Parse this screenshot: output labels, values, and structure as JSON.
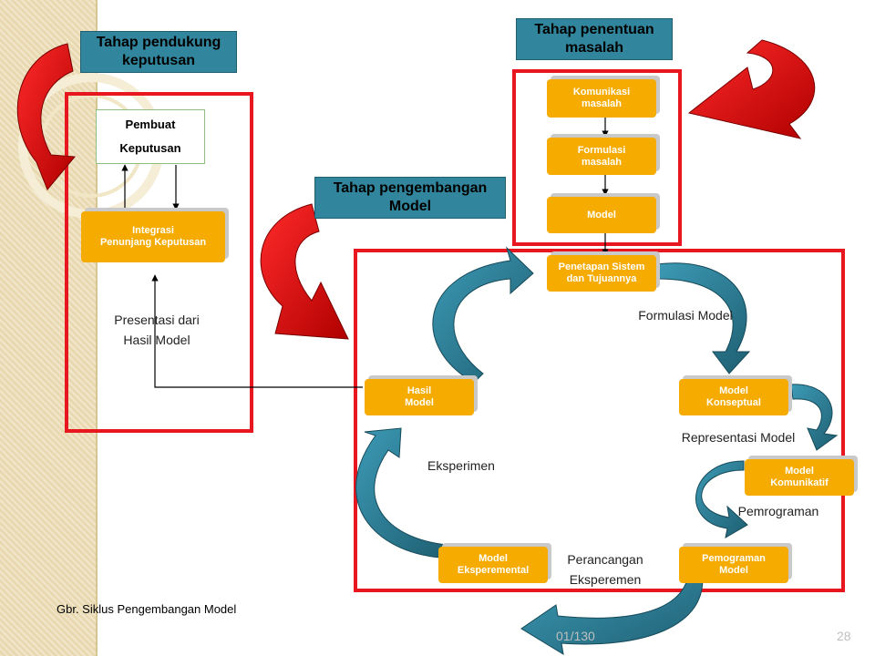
{
  "headings": {
    "decision_support": "Tahap pendukung\nkeputusan",
    "problem_definition": "Tahap penentuan\nmasalah",
    "model_development": "Tahap pengembangan\nModel"
  },
  "decision_support": {
    "decision_maker": "Pembuat\nKeputusan",
    "integration": "Integrasi\nPenunjang Keputusan",
    "presentation_label": "Presentasi dari\nHasil Model"
  },
  "problem_definition": {
    "communication": "Komunikasi\nmasalah",
    "formulation": "Formulasi\nmasalah",
    "model": "Model"
  },
  "model_cycle": {
    "system_goals": "Penetapan Sistem\ndan Tujuannya",
    "conceptual_model": "Model\nKonseptual",
    "communicative_model": "Model\nKomunikatif",
    "programming_model": "Pemograman\nModel",
    "experimental_model": "Model\nEksperemental",
    "model_result": "Hasil\nModel",
    "label_formulation": "Formulasi Model",
    "label_representation": "Representasi Model",
    "label_programming": "Pemrograman",
    "label_experiment_design": "Perancangan\nEksperemen",
    "label_experiment": "Eksperimen"
  },
  "caption": "Gbr. Siklus Pengembangan Model",
  "slide_meta": {
    "date": "01/130",
    "page_number": "28"
  },
  "colors": {
    "heading_bg": "#31859c",
    "node_fill": "#f5ab00",
    "frame_red": "#e8171f",
    "arrow_red": "#e00000",
    "arrow_teal": "#2e7f98",
    "sidebar": "#e9d9b0"
  }
}
